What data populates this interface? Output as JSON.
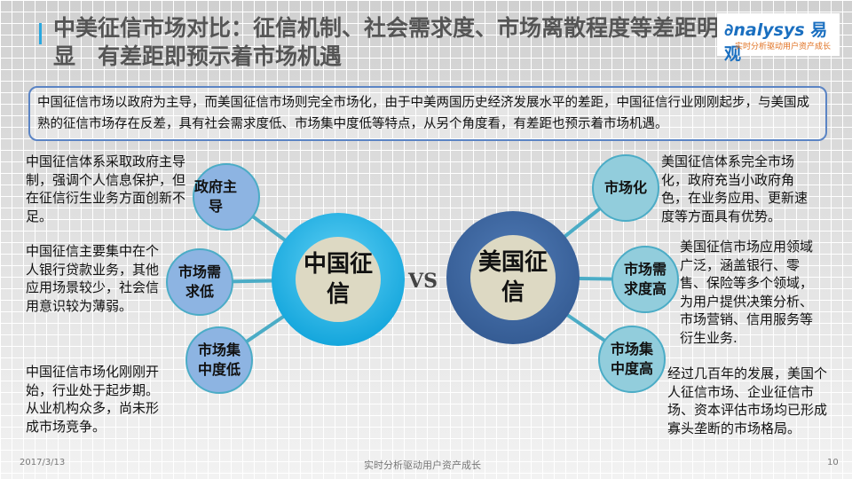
{
  "header": {
    "title": "中美征信市场对比：征信机制、社会需求度、市场离散程度等差距明显　有差距即预示着市场机遇"
  },
  "logo": {
    "name_latin": "nalysys",
    "name_cn": "易观",
    "slogan": "实时分析驱动用户资产成长"
  },
  "summary": "中国征信市场以政府为主导，而美国征信市场则完全市场化，由于中美两国历史经济发展水平的差距，中国征信行业刚刚起步，与美国成熟的征信市场存在反差，具有社会需求度低、市场集中度低等特点，从另个角度看，有差距也预示着市场机遇。",
  "china": {
    "center": "中国征信",
    "nodes": [
      {
        "label": "政府主导",
        "text": "中国征信体系采取政府主导制，强调个人信息保护，但在征信衍生业务方面创新不足。"
      },
      {
        "label": "市场需求低",
        "text": "中国征信主要集中在个人银行贷款业务，其他应用场景较少，社会信用意识较为薄弱。"
      },
      {
        "label": "市场集中度低",
        "text": "中国征信市场化刚刚开始，行业处于起步期。从业机构众多，尚未形成市场竞争。"
      }
    ]
  },
  "vs": "VS",
  "usa": {
    "center": "美国征信",
    "nodes": [
      {
        "label": "市场化",
        "text": "美国征信体系完全市场化，政府充当小政府角色，在业务应用、更新速度等方面具有优势。"
      },
      {
        "label": "市场需求度高",
        "text": "美国征信市场应用领域广泛，涵盖银行、零售、保险等多个领域，为用户提供决策分析、市场营销、信用服务等衍生业务."
      },
      {
        "label": "市场集中度高",
        "text": "经过几百年的发展，美国个人征信市场、企业征信市场、资本评估市场均已形成寡头垄断的市场格局。"
      }
    ]
  },
  "footer": {
    "date": "2017/3/13",
    "slogan": "实时分析驱动用户资产成长",
    "page": "10"
  },
  "colors": {
    "china_ring": "#1fb4e8",
    "usa_ring": "#3c66a0",
    "china_node": "#8db4e2",
    "usa_node": "#92cddc",
    "center_fill": "#ddd9c3",
    "connector": "#4bacc6"
  }
}
